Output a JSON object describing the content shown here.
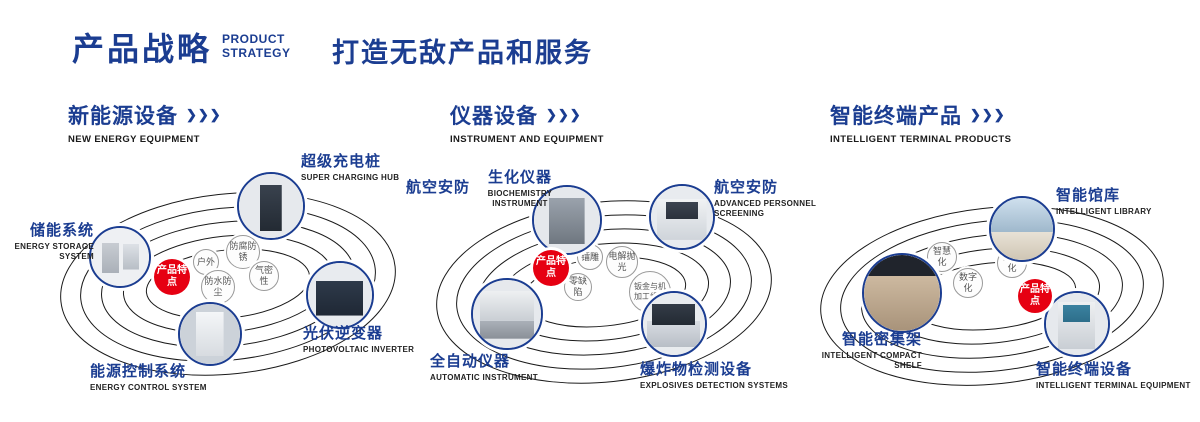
{
  "header": {
    "title": "产品战略",
    "subtitle1": "PRODUCT",
    "subtitle2": "STRATEGY",
    "tagline": "打造无敌产品和服务"
  },
  "accent_colors": {
    "navy": "#1b3d91",
    "red": "#e60012"
  },
  "sections": [
    {
      "title": "新能源设备",
      "arrows": "❯❯❯",
      "subtitle": "NEW ENERGY EQUIPMENT",
      "badge": "产品特点",
      "features": [
        "户外",
        "防腐防锈",
        "防水防尘",
        "气密性"
      ],
      "products": {
        "charging_hub": {
          "name": "超级充电桩",
          "en": "SUPER CHARGING HUB"
        },
        "storage": {
          "name": "储能系统",
          "en": "ENERGY STORAGE SYSTEM"
        },
        "inverter": {
          "name": "光伏逆变器",
          "en": "PHOTOVOLTAIC INVERTER"
        },
        "control": {
          "name": "能源控制系统",
          "en": "ENERGY CONTROL SYSTEM"
        }
      }
    },
    {
      "title": "仪器设备",
      "arrows": "❯❯❯",
      "subtitle": "INSTRUMENT AND EQUIPMENT",
      "extra_label": "航空安防",
      "badge": "产品特点",
      "features": [
        "镭雕",
        "电解抛光",
        "零缺陷",
        "钣金与机加工组合"
      ],
      "products": {
        "biochem": {
          "name": "生化仪器",
          "en": "BIOCHEMISTRY INSTRUMENT"
        },
        "security": {
          "name": "航空安防",
          "en": "ADVANCED PERSONNEL SCREENING"
        },
        "automatic": {
          "name": "全自动仪器",
          "en": "AUTOMATIC INSTRUMENT"
        },
        "explosives": {
          "name": "爆炸物检测设备",
          "en": "EXPLOSIVES DETECTION SYSTEMS"
        }
      }
    },
    {
      "title": "智能终端产品",
      "arrows": "❯❯❯",
      "subtitle": "INTELLIGENT TERMINAL PRODUCTS",
      "badge": "产品特点",
      "features": [
        "智慧化",
        "人性化",
        "数字化"
      ],
      "products": {
        "library": {
          "name": "智能馆库",
          "en": "INTELLIGENT LIBRARY"
        },
        "shelf": {
          "name": "智能密集架",
          "en": "INTELLIGENT COMPACT SHELF"
        },
        "terminal": {
          "name": "智能终端设备",
          "en": "INTELLIGENT TERMINAL EQUIPMENT"
        }
      }
    }
  ]
}
